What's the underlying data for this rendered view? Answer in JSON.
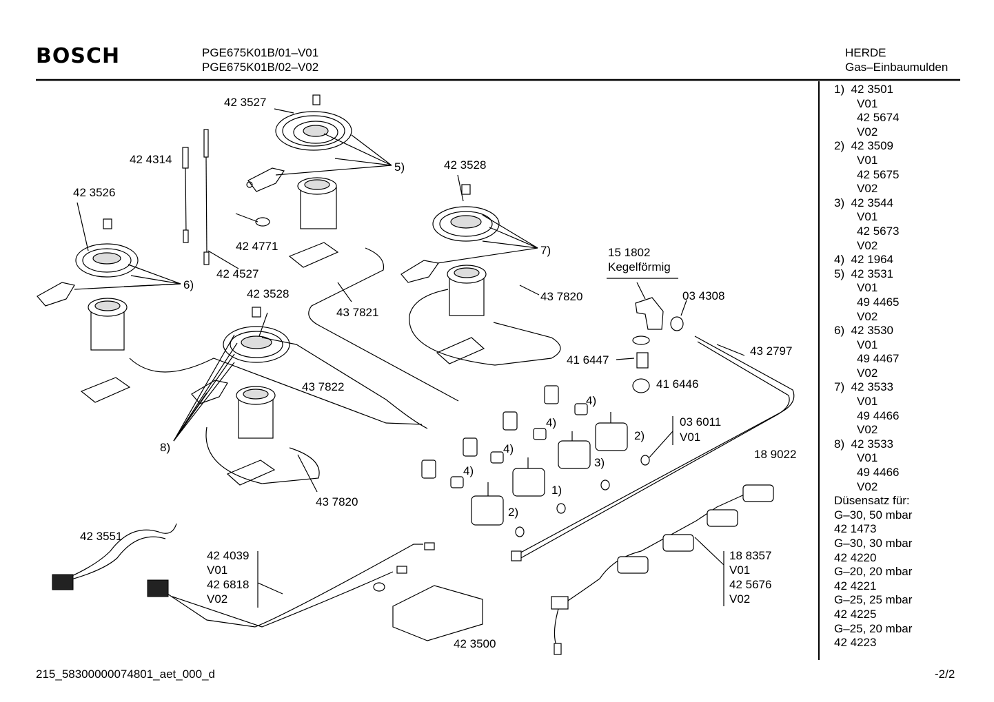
{
  "header": {
    "brand": "BOSCH",
    "models": [
      "PGE675K01B/01–V01",
      "PGE675K01B/02–V02"
    ],
    "category": "HERDE",
    "subcategory": "Gas–Einbaumulden"
  },
  "footer": {
    "doc_id": "215_58300000074801_aet_000_d",
    "page": "-2/2"
  },
  "labels": {
    "l_423527": "42 3527",
    "l_424314": "42 4314",
    "l_423526": "42 3526",
    "l_424771": "42 4771",
    "l_424527": "42 4527",
    "l_5": "5)",
    "l_423528a": "42 3528",
    "l_7": "7)",
    "l_6": "6)",
    "l_437820a": "43 7820",
    "l_437821": "43 7821",
    "l_423528b": "42 3528",
    "l_151802": "15 1802",
    "l_kegel": "Kegelförmig",
    "l_034308": "03 4308",
    "l_416447": "41 6447",
    "l_416446": "41 6446",
    "l_432797": "43 2797",
    "l_437822": "43 7822",
    "l_4a": "4)",
    "l_4b": "4)",
    "l_4c": "4)",
    "l_4d": "4)",
    "l_2a": "2)",
    "l_2b": "2)",
    "l_3": "3)",
    "l_1": "1)",
    "l_8": "8)",
    "l_036011": "03 6011",
    "l_v01_036011": "V01",
    "l_189022": "18 9022",
    "l_437820b": "43 7820",
    "l_423551": "42 3551",
    "l_424039_group": [
      "42 4039",
      "V01",
      "42 6818",
      "V02"
    ],
    "l_188357_group": [
      "18 8357",
      "V01",
      "42 5676",
      "V02"
    ],
    "l_423500": "42 3500"
  },
  "right_panel": [
    "1)  42 3501",
    "       V01",
    "       42 5674",
    "       V02",
    "2)  42 3509",
    "       V01",
    "       42 5675",
    "       V02",
    "3)  42 3544",
    "       V01",
    "       42 5673",
    "       V02",
    "4)  42 1964",
    "5)  42 3531",
    "       V01",
    "       49 4465",
    "       V02",
    "6)  42 3530",
    "       V01",
    "       49 4467",
    "       V02",
    "7)  42 3533",
    "       V01",
    "       49 4466",
    "       V02",
    "8)  42 3533",
    "       V01",
    "       49 4466",
    "       V02",
    "Düsensatz für:",
    "G–30, 50 mbar",
    "42 1473",
    "G–30, 30 mbar",
    "42 4220",
    "G–20, 20 mbar",
    "42 4221",
    "G–25, 25 mbar",
    "42 4225",
    "G–25, 20 mbar",
    "42 4223"
  ]
}
